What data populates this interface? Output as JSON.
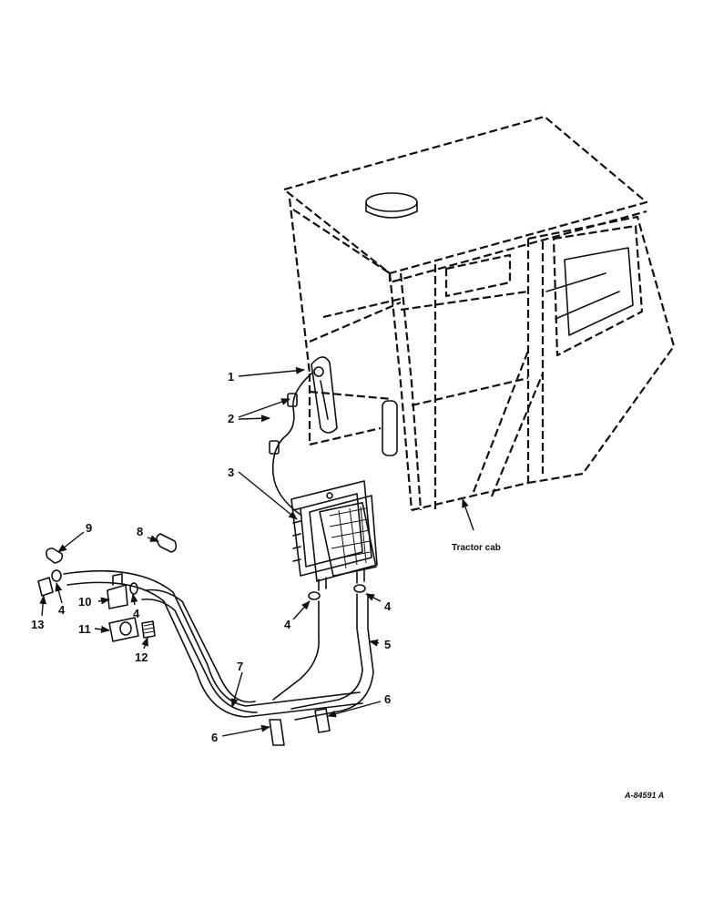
{
  "diagram": {
    "callouts": [
      "1",
      "2",
      "3",
      "4",
      "5",
      "6",
      "7",
      "8",
      "9",
      "10",
      "11",
      "12",
      "13"
    ],
    "caption_tractor_cab": "Tractor cab",
    "figure_ref": "A-84591 A"
  }
}
